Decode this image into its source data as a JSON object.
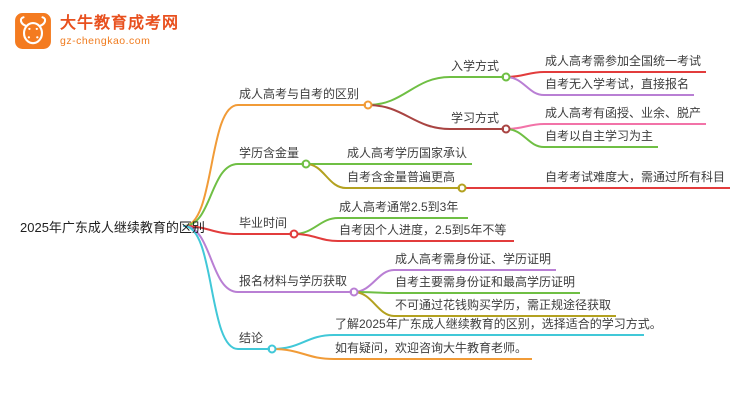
{
  "logo": {
    "title": "大牛教育成考网",
    "subtitle": "gz-chengkao.com",
    "icon": "bull-logo-icon",
    "brand_color": "#e8501e",
    "brand_secondary": "#f47b20"
  },
  "root": {
    "label": "2025年广东成人继续教育的区别",
    "text_color": "#1f1f1f"
  },
  "branches": [
    {
      "label": "成人高考与自考的区别",
      "color": "#f19b37",
      "children": [
        {
          "label": "入学方式",
          "color": "#6fbf44",
          "children": [
            {
              "label": "成人高考需参加全国统一考试",
              "color": "#e23c3c"
            },
            {
              "label": "自考无入学考试，直接报名",
              "color": "#b97fd4"
            }
          ]
        },
        {
          "label": "学习方式",
          "color": "#a94442",
          "children": [
            {
              "label": "成人高考有函授、业余、脱产",
              "color": "#f273a8"
            },
            {
              "label": "自考以自主学习为主",
              "color": "#6fbf44"
            }
          ]
        }
      ]
    },
    {
      "label": "学历含金量",
      "color": "#6fbf44",
      "children": [
        {
          "label": "成人高考学历国家承认",
          "color": "#6fbf44"
        },
        {
          "label": "自考含金量普遍更高",
          "color": "#b3a120",
          "children": [
            {
              "label": "自考考试难度大，需通过所有科目",
              "color": "#e23c3c"
            }
          ]
        }
      ]
    },
    {
      "label": "毕业时间",
      "color": "#e23c3c",
      "children": [
        {
          "label": "成人高考通常2.5到3年",
          "color": "#6fbf44"
        },
        {
          "label": "自考因个人进度，2.5到5年不等",
          "color": "#e23c3c"
        }
      ]
    },
    {
      "label": "报名材料与学历获取",
      "color": "#b97fd4",
      "children": [
        {
          "label": "成人高考需身份证、学历证明",
          "color": "#b97fd4"
        },
        {
          "label": "自考主要需身份证和最高学历证明",
          "color": "#6fbf44"
        },
        {
          "label": "不可通过花钱购买学历，需正规途径获取",
          "color": "#b3a120"
        }
      ]
    },
    {
      "label": "结论",
      "color": "#41c8d8",
      "children": [
        {
          "label": "了解2025年广东成人继续教育的区别，选择适合的学习方式。",
          "color": "#41c8d8"
        },
        {
          "label": "如有疑问，欢迎咨询大牛教育老师。",
          "color": "#f19b37"
        }
      ]
    }
  ],
  "colors": {
    "orange": "#f19b37",
    "green": "#6fbf44",
    "red": "#e23c3c",
    "purple": "#b97fd4",
    "olive": "#b3a120",
    "pink": "#f273a8",
    "cyan": "#41c8d8",
    "maroon": "#a94442",
    "text": "#3d3d3d"
  }
}
